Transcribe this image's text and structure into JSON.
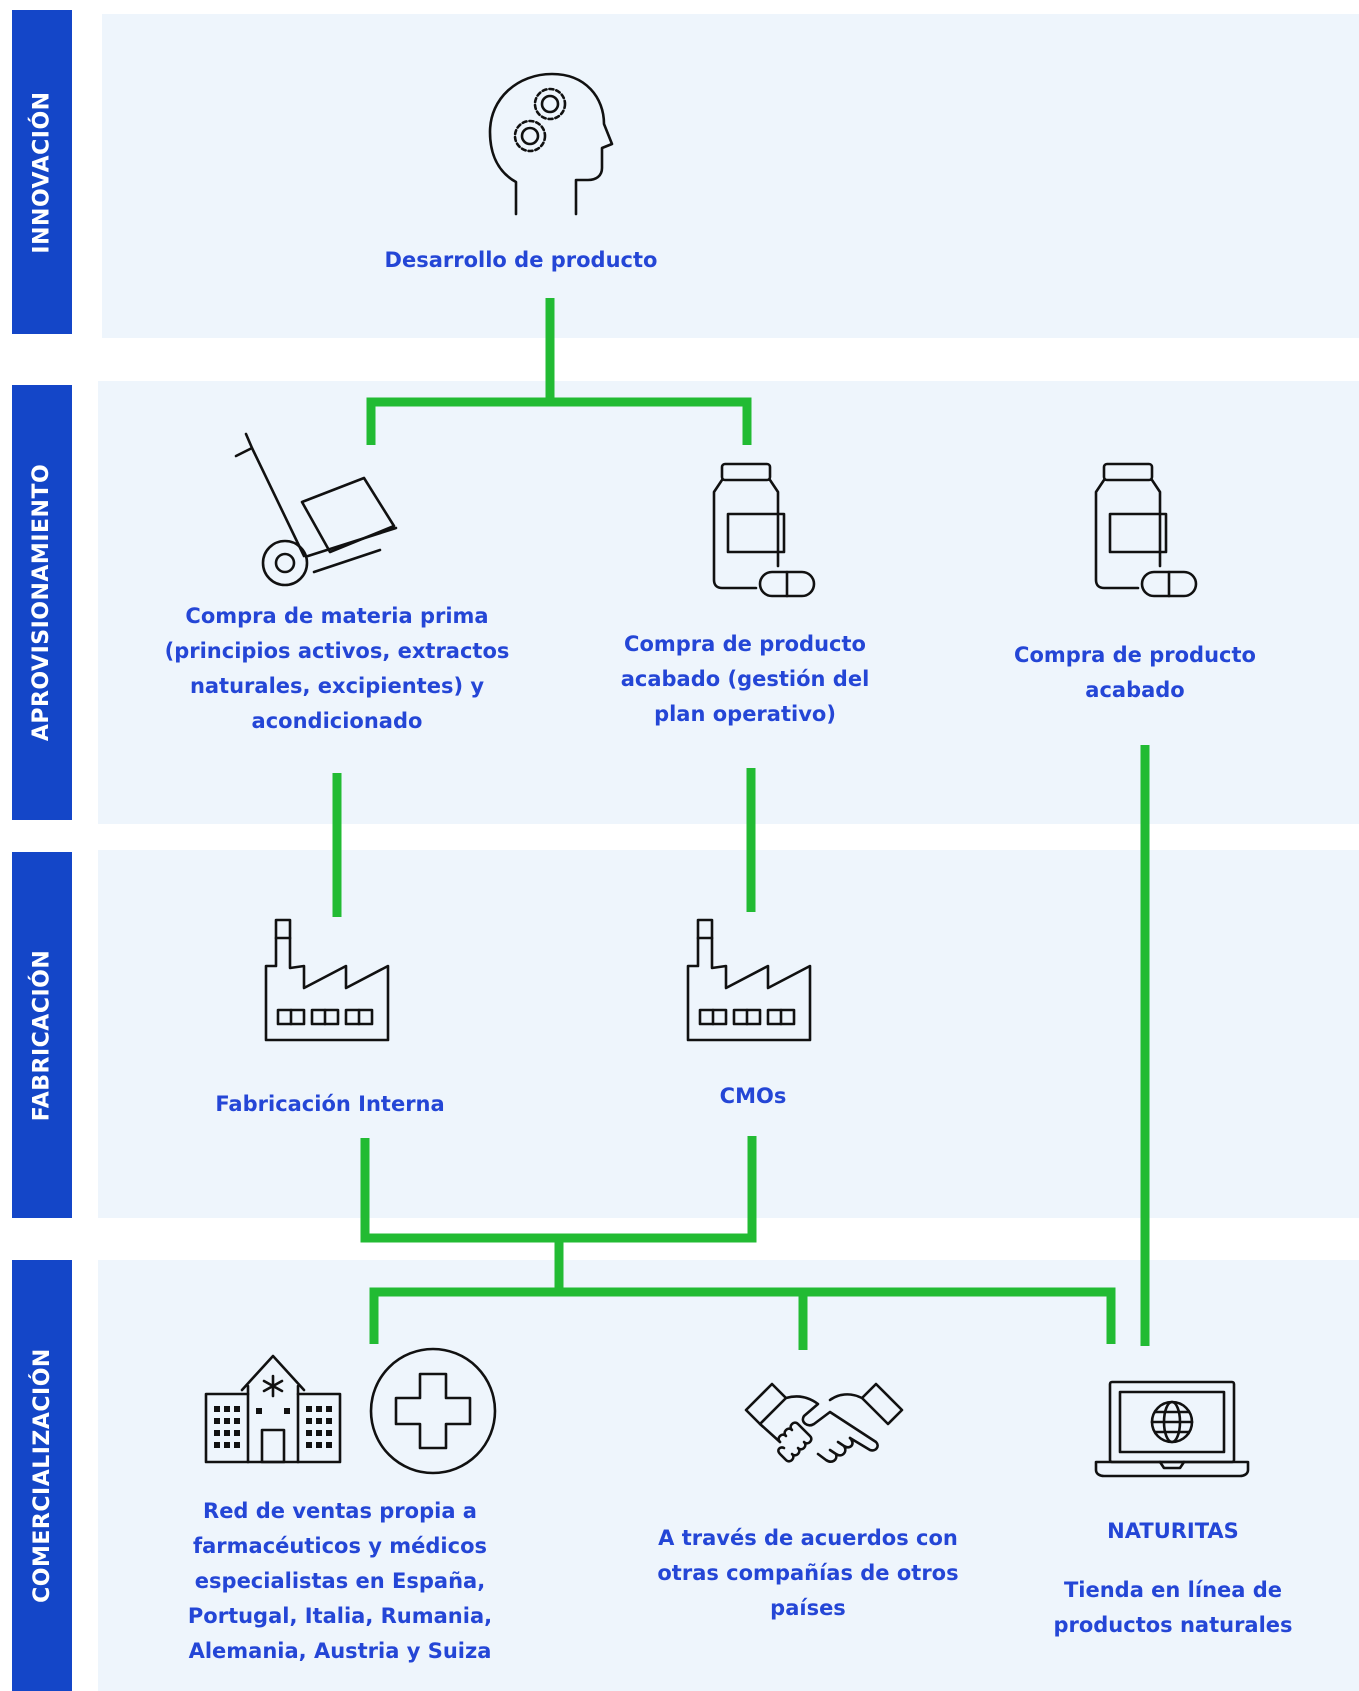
{
  "stages": {
    "innovacion": "INNOVACIÓN",
    "aprovisionamiento": "APROVISIONAMIENTO",
    "fabricacion": "FABRICACIÓN",
    "comercializacion": "COMERCIALIZACIÓN"
  },
  "nodes": {
    "desarrollo": "Desarrollo de producto",
    "materia_prima": [
      "Compra de materia prima",
      "(principios activos, extractos",
      "naturales, excipientes) y",
      "acondicionado"
    ],
    "producto_acabado_gestion": [
      "Compra de producto",
      "acabado (gestión del",
      "plan operativo)"
    ],
    "producto_acabado": [
      "Compra de producto",
      "acabado"
    ],
    "fabricacion_interna": "Fabricación Interna",
    "cmos": "CMOs",
    "red_ventas": [
      "Red de ventas propia a",
      "farmacéuticos y médicos",
      "especialistas en España,",
      "Portugal, Italia, Rumania,",
      "Alemania, Austria y Suiza"
    ],
    "acuerdos": [
      "A través de acuerdos con",
      "otras compañías de otros",
      "países"
    ],
    "naturitas_title": "NATURITAS",
    "naturitas_desc": [
      "Tienda en línea de",
      "productos naturales"
    ]
  },
  "icons": [
    "head-gears-icon",
    "hand-truck-icon",
    "medicine-bottle-icon",
    "factory-icon",
    "hospital-icon",
    "medical-cross-icon",
    "handshake-icon",
    "laptop-globe-icon"
  ],
  "colors": {
    "tab": "#1446c8",
    "label": "#2446d6",
    "connector": "#22bb33",
    "band": "#eef5fc",
    "icon": "#111111"
  }
}
